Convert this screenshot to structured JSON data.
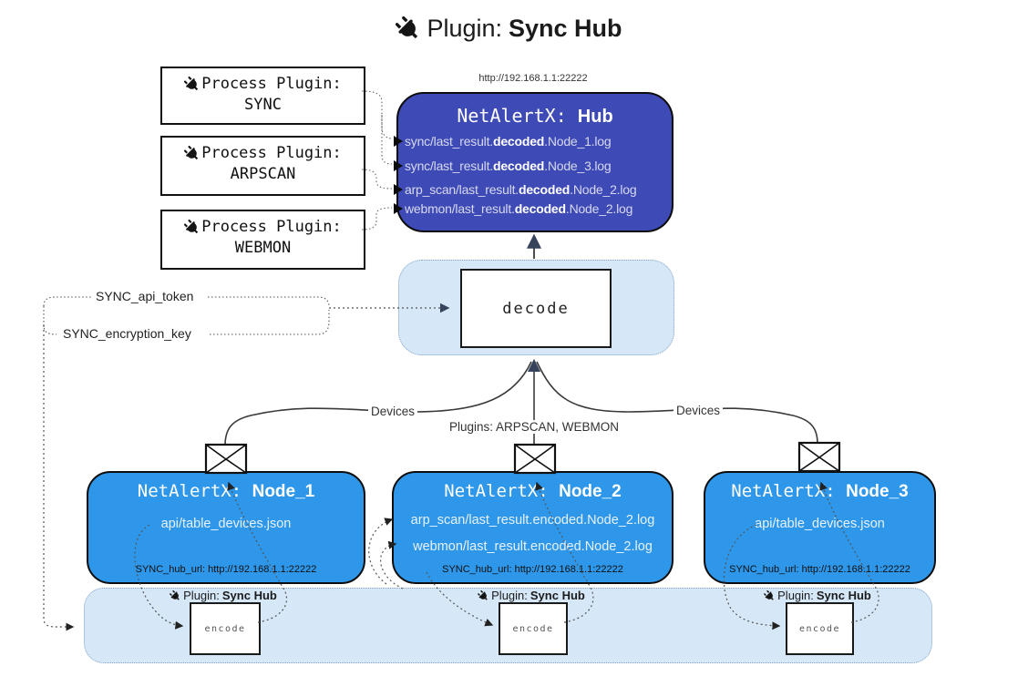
{
  "title": {
    "prefix": "Plugin:",
    "name": "Sync Hub"
  },
  "icons": {
    "title": "plug-icon",
    "process": "plug-icon",
    "encoder": "plug-icon",
    "mail": "envelope-icon"
  },
  "colors": {
    "hub_fill": "#3E4AB5",
    "node_fill": "#2E97EA",
    "panel_fill": "#D6E8F8",
    "panel_border": "#84A4C6",
    "arrow": "#36435A"
  },
  "process_plugins": [
    {
      "label": "Process Plugin:",
      "name": "SYNC"
    },
    {
      "label": "Process Plugin:",
      "name": "ARPSCAN"
    },
    {
      "label": "Process Plugin:",
      "name": "WEBMON"
    }
  ],
  "hub": {
    "url": "http://192.168.1.1:22222",
    "name_prefix": "NetAlertX: ",
    "name": "Hub",
    "files": [
      {
        "pre": "sync/last_result.",
        "bold": "decoded",
        "post": ".Node_1.log"
      },
      {
        "pre": "sync/last_result.",
        "bold": "decoded",
        "post": ".Node_3.log"
      },
      {
        "pre": "arp_scan/last_result.",
        "bold": "decoded",
        "post": ".Node_2.log"
      },
      {
        "pre": "webmon/last_result.",
        "bold": "decoded",
        "post": ".Node_2.log"
      }
    ]
  },
  "decode_panel": {
    "label": "decode"
  },
  "secrets": {
    "api_token": "SYNC_api_token",
    "encryption_key": "SYNC_encryption_key"
  },
  "edge_labels": {
    "devices_left": "Devices",
    "devices_right": "Devices",
    "plugins": "Plugins: ARPSCAN, WEBMON"
  },
  "nodes": [
    {
      "name_prefix": "NetAlertX: ",
      "name": "Node_1",
      "files": [
        "api/table_devices.json"
      ],
      "hub_url": "SYNC_hub_url: http://192.168.1.1:22222"
    },
    {
      "name_prefix": "NetAlertX: ",
      "name": "Node_2",
      "files": [
        "arp_scan/last_result.encoded.Node_2.log",
        "webmon/last_result.encoded.Node_2.log"
      ],
      "hub_url": "SYNC_hub_url: http://192.168.1.1:22222"
    },
    {
      "name_prefix": "NetAlertX: ",
      "name": "Node_3",
      "files": [
        "api/table_devices.json"
      ],
      "hub_url": "SYNC_hub_url: http://192.168.1.1:22222"
    }
  ],
  "encoders": [
    {
      "prefix": "Plugin:",
      "name": "Sync Hub",
      "label": "encode"
    },
    {
      "prefix": "Plugin:",
      "name": "Sync Hub",
      "label": "encode"
    },
    {
      "prefix": "Plugin:",
      "name": "Sync Hub",
      "label": "encode"
    }
  ]
}
